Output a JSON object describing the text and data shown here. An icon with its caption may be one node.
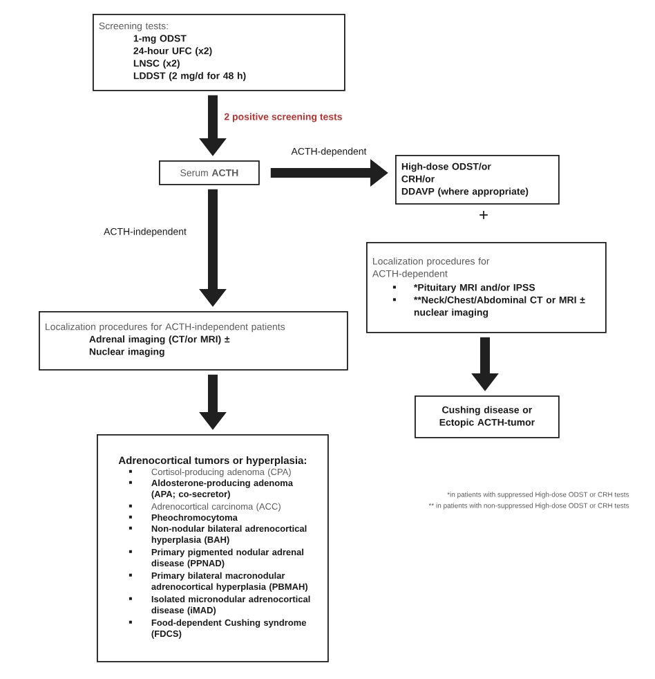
{
  "diagram": {
    "nodes": [
      {
        "text": [
          "Screening tests:",
          "1-mg ODST",
          "24-hour UFC (x2)",
          "LNSC (x2)",
          "LDDST (2 mg/d for 48 h)"
        ]
      },
      {
        "text": [
          "Serum **ACTH**"
        ]
      },
      {
        "text": [
          "High-dose ODST/or",
          "CRH/or",
          "DDAVP (where appropriate)"
        ]
      },
      {
        "text": [
          "Localization procedures for ACTH-dependent",
          "*Pituitary MRI and/or IPSS",
          "**Neck/Chest/Abdominal CT or MRI ± nuclear imaging"
        ]
      },
      {
        "text": [
          "Localization procedures for ACTH-independent patients",
          "Adrenal imaging (CT/or MRI) ± Nuclear imaging"
        ]
      },
      {
        "text": [
          "Cushing disease or Ectopic ACTH-tumor"
        ]
      },
      {
        "text": [
          "Adrenocortical tumors or hyperplasia:",
          "Cortisol-producing adenoma (CPA)",
          "Aldosterone-producing adenoma (APA; co-secretor)",
          "Adrenocortical carcinoma (ACC)",
          "Pheochromocytoma",
          "Non-nodular bilateral adrenocortical hyperplasia (BAH)",
          "Primary pigmented nodular adrenal disease (PPNAD)",
          "Primary bilateral macronodular adrenocortical hyperplasia (PBMAH)",
          "Isolated micronodular adrenocortical disease (iMAD)",
          "Food-dependent Cushing syndrome (FDCS)"
        ]
      }
    ],
    "edges": [
      {
        "from": 0,
        "to": 1,
        "arrow": "to",
        "label": "2 positive screening tests"
      },
      {
        "from": 1,
        "to": 2,
        "arrow": "to",
        "label": "ACTH-dependent"
      },
      {
        "from": 1,
        "to": 4,
        "arrow": "to",
        "label": "ACTH-independent"
      },
      {
        "from": 3,
        "to": 5,
        "arrow": "to"
      },
      {
        "from": 4,
        "to": 6,
        "arrow": "to"
      }
    ],
    "labels": [
      "+",
      "*in patients with suppressed High-dose ODST or CRH tests",
      "** in patients with non-suppressed High-dose ODST or CRH tests"
    ]
  }
}
